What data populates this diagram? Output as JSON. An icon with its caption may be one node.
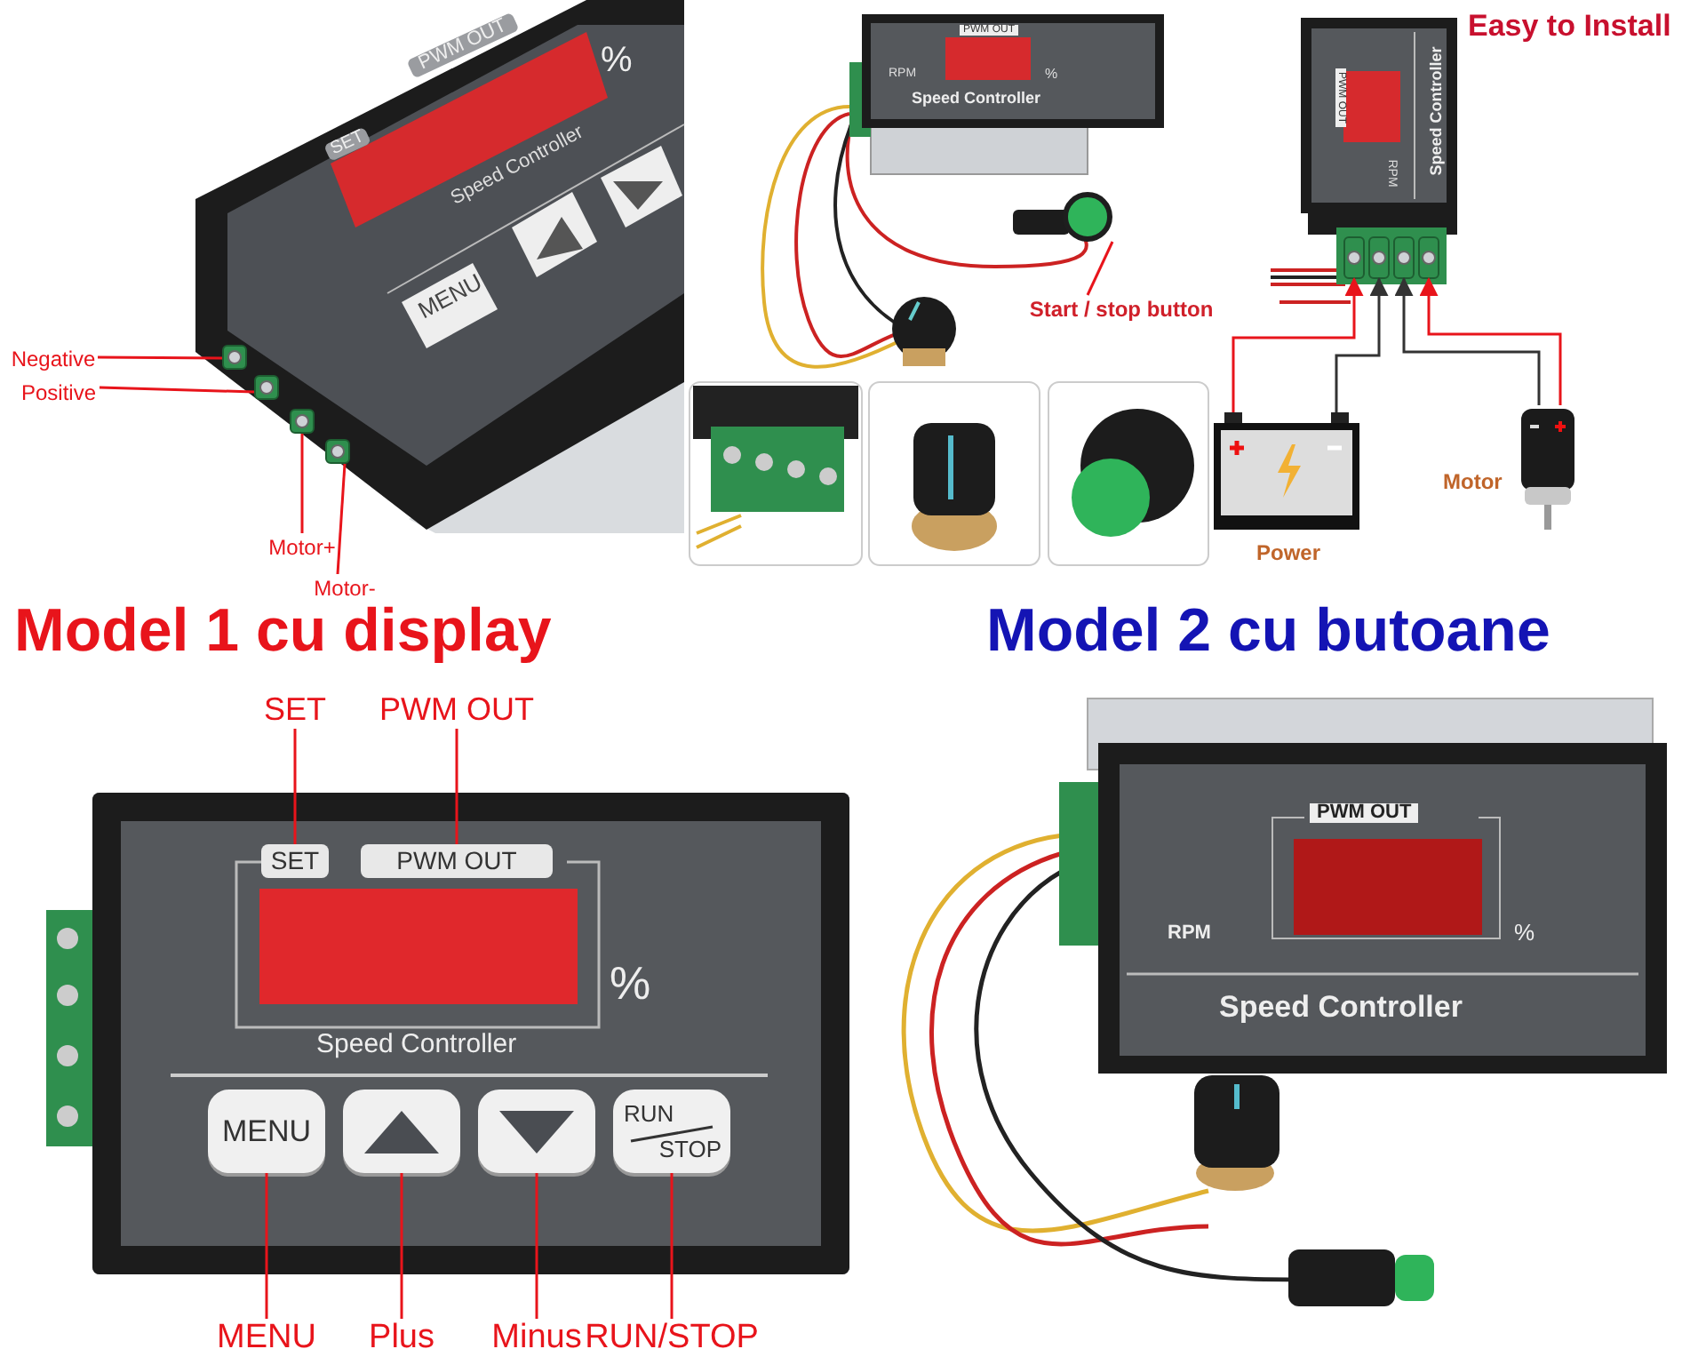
{
  "diagram": {
    "nodes": [
      {
        "text": [
          "Negative"
        ]
      },
      {
        "text": [
          "Positive"
        ]
      },
      {
        "text": [
          "Motor+"
        ]
      },
      {
        "text": [
          "Motor-"
        ]
      },
      {
        "text": [],
        "shape": "box"
      },
      {
        "text": [],
        "shape": "box"
      },
      {
        "text": [],
        "shape": "box"
      },
      {
        "text": [],
        "shape": "box"
      },
      {
        "text": [
          "Start / stop button"
        ]
      },
      {
        "text": [],
        "shape": "circle"
      },
      {
        "text": [],
        "shape": "box"
      },
      {
        "text": [],
        "shape": "box"
      },
      {
        "text": [],
        "shape": "box"
      },
      {
        "text": [],
        "shape": "box"
      },
      {
        "text": [],
        "shape": "picture",
        "beside": [
          "Power"
        ]
      },
      {
        "text": [],
        "shape": "picture",
        "beside": [
          "Motor"
        ]
      },
      {
        "text": [
          "SET"
        ]
      },
      {
        "text": [
          "PWM OUT"
        ]
      },
      {
        "text": [],
        "shape": "box"
      },
      {
        "text": [
          "SET"
        ],
        "in": 18
      },
      {
        "text": [
          "PWM OUT"
        ],
        "in": 18
      },
      {
        "text": [
          "MENU"
        ],
        "in": 18
      },
      {
        "text": [],
        "shape": "box",
        "in": 18
      },
      {
        "text": [],
        "shape": "box",
        "in": 18
      },
      {
        "text": [
          "RUN",
          "STOP"
        ],
        "in": 18
      },
      {
        "text": [
          "MENU"
        ]
      },
      {
        "text": [
          "Plus"
        ]
      },
      {
        "text": [
          "Minus"
        ]
      },
      {
        "text": [
          "RUN/STOP"
        ]
      }
    ],
    "edges": [
      {
        "from": 0,
        "to": 4,
        "arrow": "none"
      },
      {
        "from": 1,
        "to": 5,
        "arrow": "none"
      },
      {
        "from": 2,
        "to": 6,
        "arrow": "none"
      },
      {
        "from": 3,
        "to": 7,
        "arrow": "none"
      },
      {
        "from": 8,
        "to": 9,
        "arrow": "none"
      },
      {
        "from": 14,
        "to": 10,
        "arrow": "to"
      },
      {
        "from": 14,
        "to": 11,
        "arrow": "to",
        "color": "#333333"
      },
      {
        "from": 15,
        "to": 12,
        "arrow": "to",
        "color": "#333333"
      },
      {
        "from": 15,
        "to": 13,
        "arrow": "to"
      },
      {
        "from": 16,
        "to": 19,
        "arrow": "none"
      },
      {
        "from": 17,
        "to": 20,
        "arrow": "none"
      },
      {
        "from": 25,
        "to": 21,
        "arrow": "none"
      },
      {
        "from": 26,
        "to": 22,
        "arrow": "none"
      },
      {
        "from": 27,
        "to": 23,
        "arrow": "none"
      },
      {
        "from": 28,
        "to": 24,
        "arrow": "none"
      }
    ],
    "labels": [
      "PWM OUT",
      "%",
      "SET",
      "Speed Controller",
      "MENU",
      "PWM OUT",
      "RPM",
      "%",
      "Speed Controller",
      "Easy to Install",
      "PWM OUT",
      "Speed Controller",
      "RPM",
      "Model 1 cu display",
      "Model 2 cu butoane",
      "Speed Controller",
      "%",
      "PWM OUT",
      "RPM",
      "%",
      "Speed Controller"
    ]
  }
}
